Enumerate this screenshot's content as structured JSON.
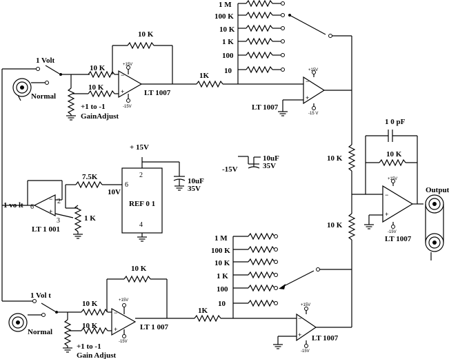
{
  "labels": {
    "top_rsel": [
      "1 M",
      "100 K",
      "10 K",
      "1 K",
      "100",
      "10"
    ],
    "bot_rsel": [
      "1 M",
      "100 K",
      "10 K",
      "1 K",
      "100",
      "10"
    ],
    "one_volt": "1 Volt",
    "one_volt_b": "1 Vol t",
    "one_volt_mid": "1 vo lt",
    "normal": "Normal",
    "r10k": "10 K",
    "r1k": "1K",
    "r7_5k": "7.5K",
    "r1k_trim": "1 K",
    "gain_line1": "+1 to -1",
    "gain_line2": "GainAdjust",
    "gain_line1_b": "+1 to -1",
    "gain_line2_b": "Gain Adjust",
    "lt1007": "LT 1007",
    "lt1007_b": "LT 1 007",
    "lt1007_c": "LT 1007",
    "lt1007_d": "LT 1007",
    "lt1001": "LT 1 001",
    "lt1007_out": "LT 1007",
    "ref01": "REF 0 1",
    "plus15": "+ 15V",
    "minus15": "-15V",
    "v10": "10V",
    "cap10uf": "10uF",
    "v35": "35V",
    "cap10pf": "1 0 pF",
    "output": "Output",
    "p15": "+15V",
    "m15": "-15V",
    "pin2": "2",
    "pin3": "3",
    "pin4": "4",
    "pin6": "6"
  }
}
